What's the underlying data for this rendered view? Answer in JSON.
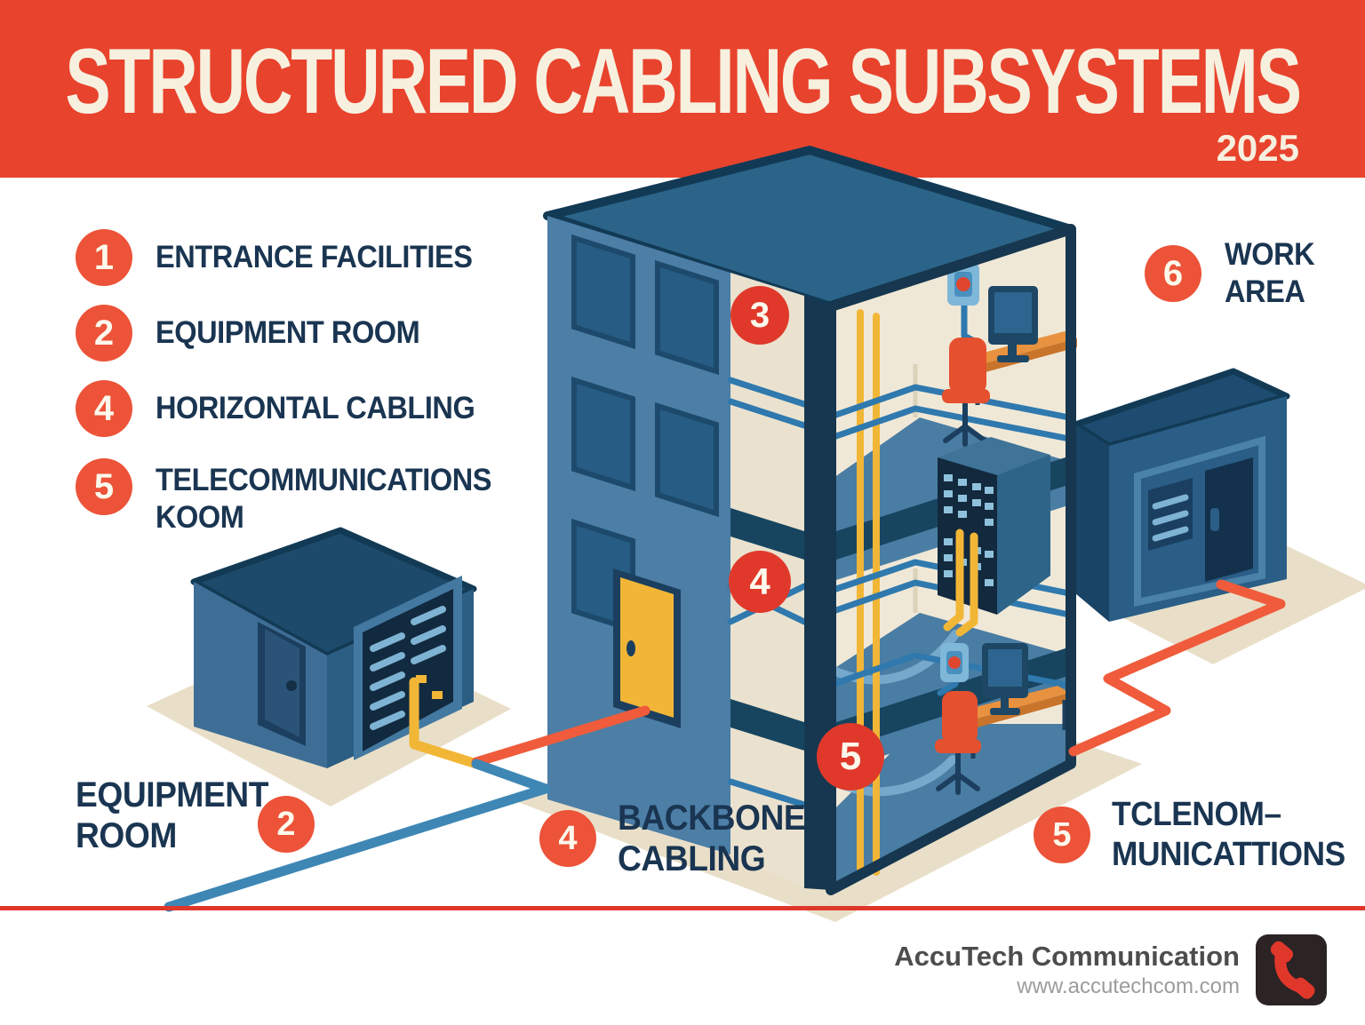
{
  "header": {
    "title": "STRUCTURED CABLING SUBSYSTEMS",
    "year": "2025"
  },
  "legend": {
    "left_items": [
      {
        "number": "1",
        "label": "ENTRANCE FACILITIES"
      },
      {
        "number": "2",
        "label": "EQUIPMENT ROOM"
      },
      {
        "number": "4",
        "label": "HORIZONTAL CABLING"
      },
      {
        "number": "5",
        "label": "TELECOMMUNICATIONS",
        "label2": "KOOM"
      }
    ],
    "right_item": {
      "number": "6",
      "label": "WORK",
      "label2": "AREA"
    }
  },
  "diagram": {
    "floor_badges": [
      {
        "number": "3"
      },
      {
        "number": "4"
      },
      {
        "number": "5"
      }
    ],
    "labels": {
      "equipment_room": {
        "line1": "EQUIPMENT",
        "line2": "ROOM",
        "number": "2"
      },
      "backbone_cabling": {
        "number": "4",
        "line1": "BACKBONE",
        "line2": "CABLING"
      },
      "telecommunications": {
        "number": "5",
        "line1": "TCLENOM–",
        "line2": "MUNICATTIONS"
      }
    }
  },
  "footer": {
    "company": "AccuTech Communication",
    "website": "www.accutechcom.com"
  },
  "icons": {
    "logo": "phone-icon"
  },
  "colors": {
    "header_red": "#E8432D",
    "divider_red": "#E0372B",
    "badge_orange": "#EC5338",
    "badge_red": "#E0392B",
    "text_navy": "#1A3551",
    "title_cream": "#F7F0DF",
    "building_blue": "#4C7EA6",
    "roof_blue": "#2B6488",
    "dark_edge_navy": "#16374F",
    "wall_cream": "#F0E8D7",
    "floor_blue": "#4A7DA3",
    "cable_blue": "#2F79AE",
    "cable_yellow": "#F2B637",
    "cable_orange": "#EF5B3B",
    "ground_beige": "#E9DFC8",
    "footer_dark": "#4D4D4F",
    "footer_light": "#9C9C9E",
    "logo_bg": "#2B2324"
  }
}
